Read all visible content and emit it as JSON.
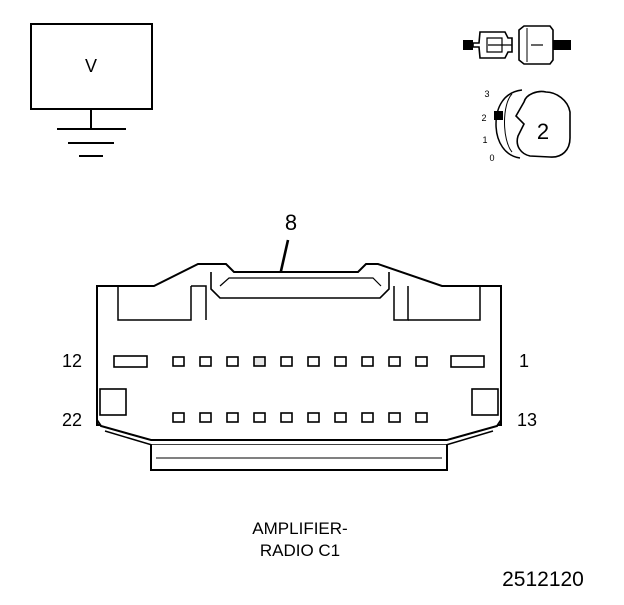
{
  "meter": {
    "symbol": "V"
  },
  "selector": {
    "positions": [
      "3",
      "2",
      "1",
      "0"
    ],
    "setting": "2"
  },
  "probe_pin": "8",
  "connector": {
    "pin_labels": {
      "top_left": "12",
      "top_right": "1",
      "bottom_left": "22",
      "bottom_right": "13"
    },
    "caption_line1": "AMPLIFIER-",
    "caption_line2": "RADIO C1"
  },
  "figure_id": "2512120",
  "colors": {
    "line": "#000000",
    "fill": "#ffffff",
    "cavity": "#e6e6e6"
  }
}
